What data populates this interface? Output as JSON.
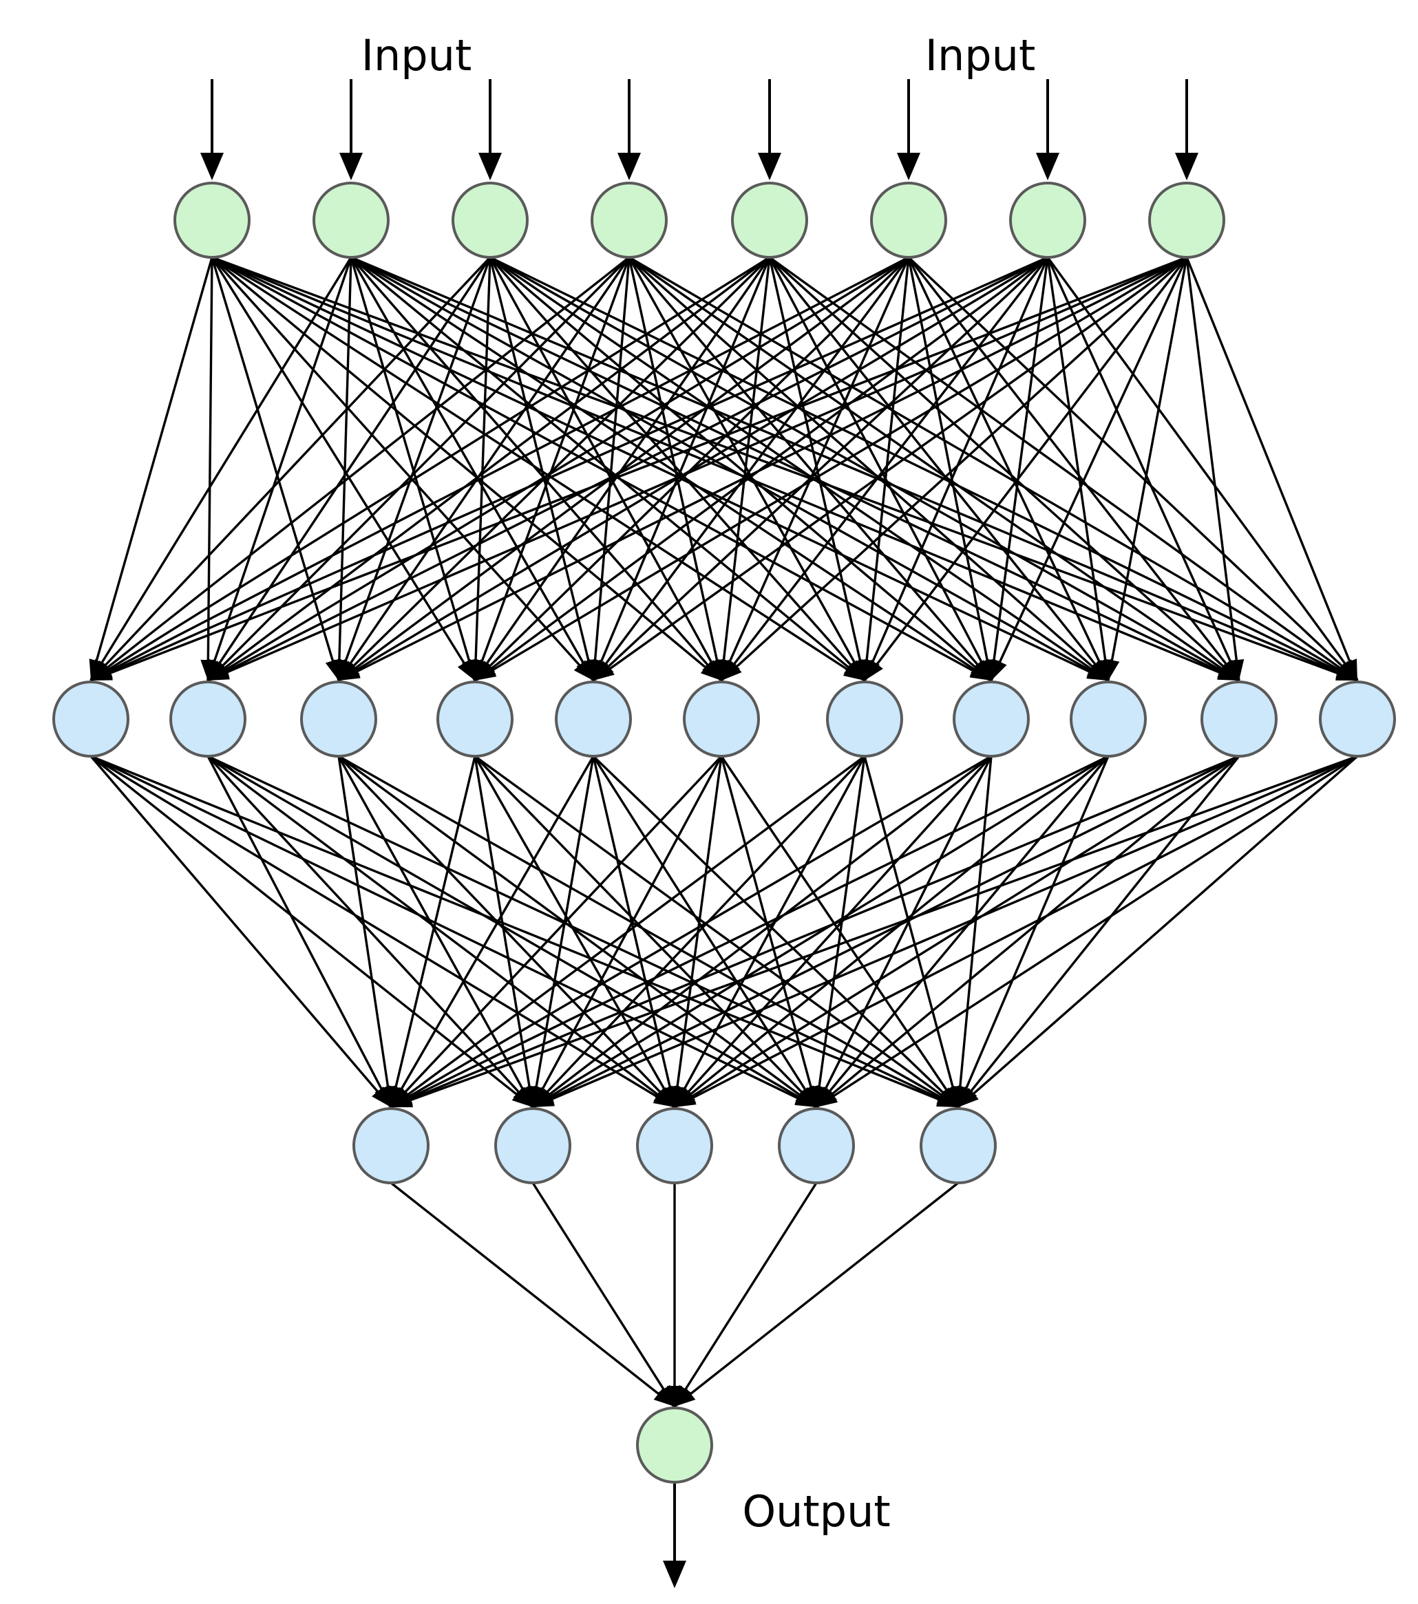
{
  "labels": {
    "input_left": "Input",
    "input_right": "Input",
    "output": "Output"
  },
  "network": {
    "layers": [
      {
        "name": "input-layer",
        "count": 8
      },
      {
        "name": "hidden-layer-1",
        "count": 11
      },
      {
        "name": "hidden-layer-2",
        "count": 5
      },
      {
        "name": "output-layer",
        "count": 1
      }
    ],
    "fully_connected": true,
    "input_arrows": 8,
    "output_arrows": 1
  },
  "colors": {
    "input_output_node_fill": "#cff5cf",
    "hidden_node_fill": "#cce8fa",
    "node_stroke": "#5a5a5a",
    "edge": "#000000"
  }
}
